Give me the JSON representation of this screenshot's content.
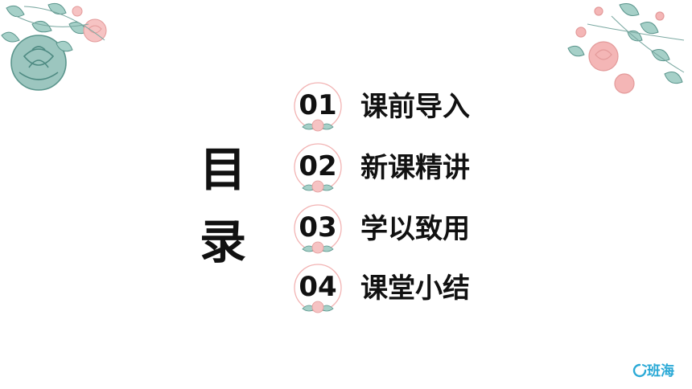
{
  "title": {
    "char1": "目",
    "char2": "录"
  },
  "items": [
    {
      "number": "01",
      "label": "课前导入"
    },
    {
      "number": "02",
      "label": "新课精讲"
    },
    {
      "number": "03",
      "label": "学以致用"
    },
    {
      "number": "04",
      "label": "课堂小结"
    }
  ],
  "brand": {
    "name": "班海"
  },
  "colors": {
    "text": "#111111",
    "rose": "#f2a7a7",
    "teal": "#7fb8ae",
    "brand": "#2aa9d6"
  }
}
